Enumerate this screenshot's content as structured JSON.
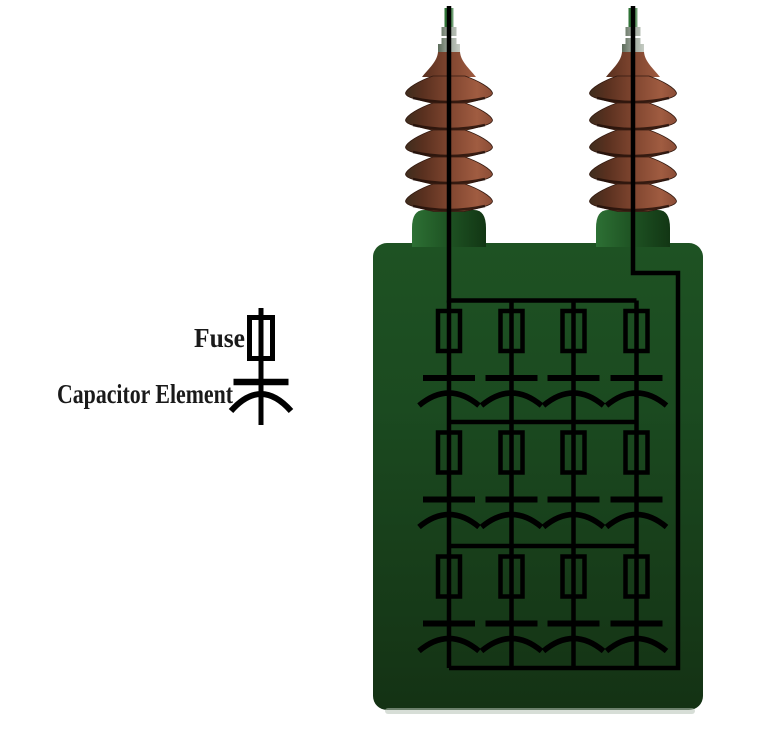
{
  "figure": {
    "kind": "capacitor-unit-internal-fuse-diagram",
    "background_color": "#ffffff"
  },
  "legend": {
    "fuse_label": "Fuse",
    "capacitor_label": "Capacitor Element"
  },
  "schematic": {
    "rows": 3,
    "columns": 4,
    "cells_total": 12,
    "cell_composition": "fuse in series with capacitor element",
    "wire_color": "#000000"
  },
  "unit": {
    "bushing_count": 2,
    "colors": {
      "tank_green_top": "#1d5123",
      "tank_green_bottom": "#143414",
      "bushing_brown_mid": "#7f452f",
      "bushing_brown_highlight": "#a05c41",
      "bushing_brown_shadow": "#3e2d1e",
      "mound_green": "#1f5524",
      "metal_gray": "#b9beb9",
      "stud_green": "#3f8f46",
      "reflection_gray": "#b7c3b7"
    }
  }
}
